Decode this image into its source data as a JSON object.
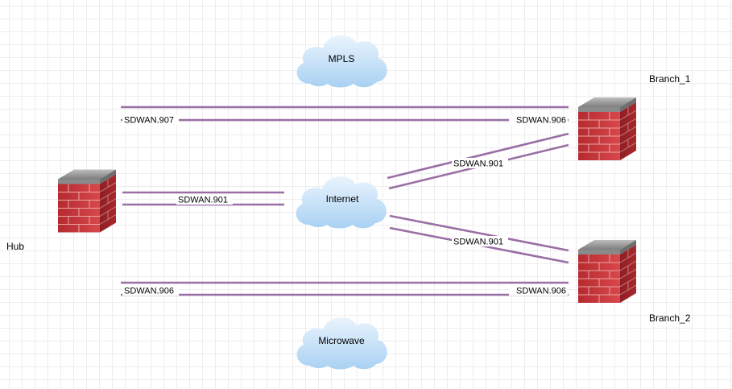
{
  "colors": {
    "link": "#9a6fa5",
    "cloud_top": "#eaf4fd",
    "cloud_bottom": "#a9d1f3",
    "brick": "#c9343a",
    "brick_dark": "#8e1e24",
    "wall_top": "#9b9b9b",
    "mortar": "#e7a7a2"
  },
  "nodes": {
    "hub": {
      "label": "Hub",
      "icon": "firewall-icon"
    },
    "branch_1": {
      "label": "Branch_1",
      "icon": "firewall-icon"
    },
    "branch_2": {
      "label": "Branch_2",
      "icon": "firewall-icon"
    }
  },
  "clouds": {
    "mpls": {
      "label": "MPLS",
      "icon": "cloud-icon"
    },
    "internet": {
      "label": "Internet",
      "icon": "cloud-icon"
    },
    "microwave": {
      "label": "Microwave",
      "icon": "cloud-icon"
    }
  },
  "links": {
    "mpls_hub": "SDWAN.907",
    "mpls_branch1": "SDWAN.906",
    "hub_internet": "SDWAN.901",
    "internet_branch1": "SDWAN.901",
    "internet_branch2": "SDWAN.901",
    "microwave_hub": "SDWAN.906",
    "microwave_branch2": "SDWAN.906"
  }
}
